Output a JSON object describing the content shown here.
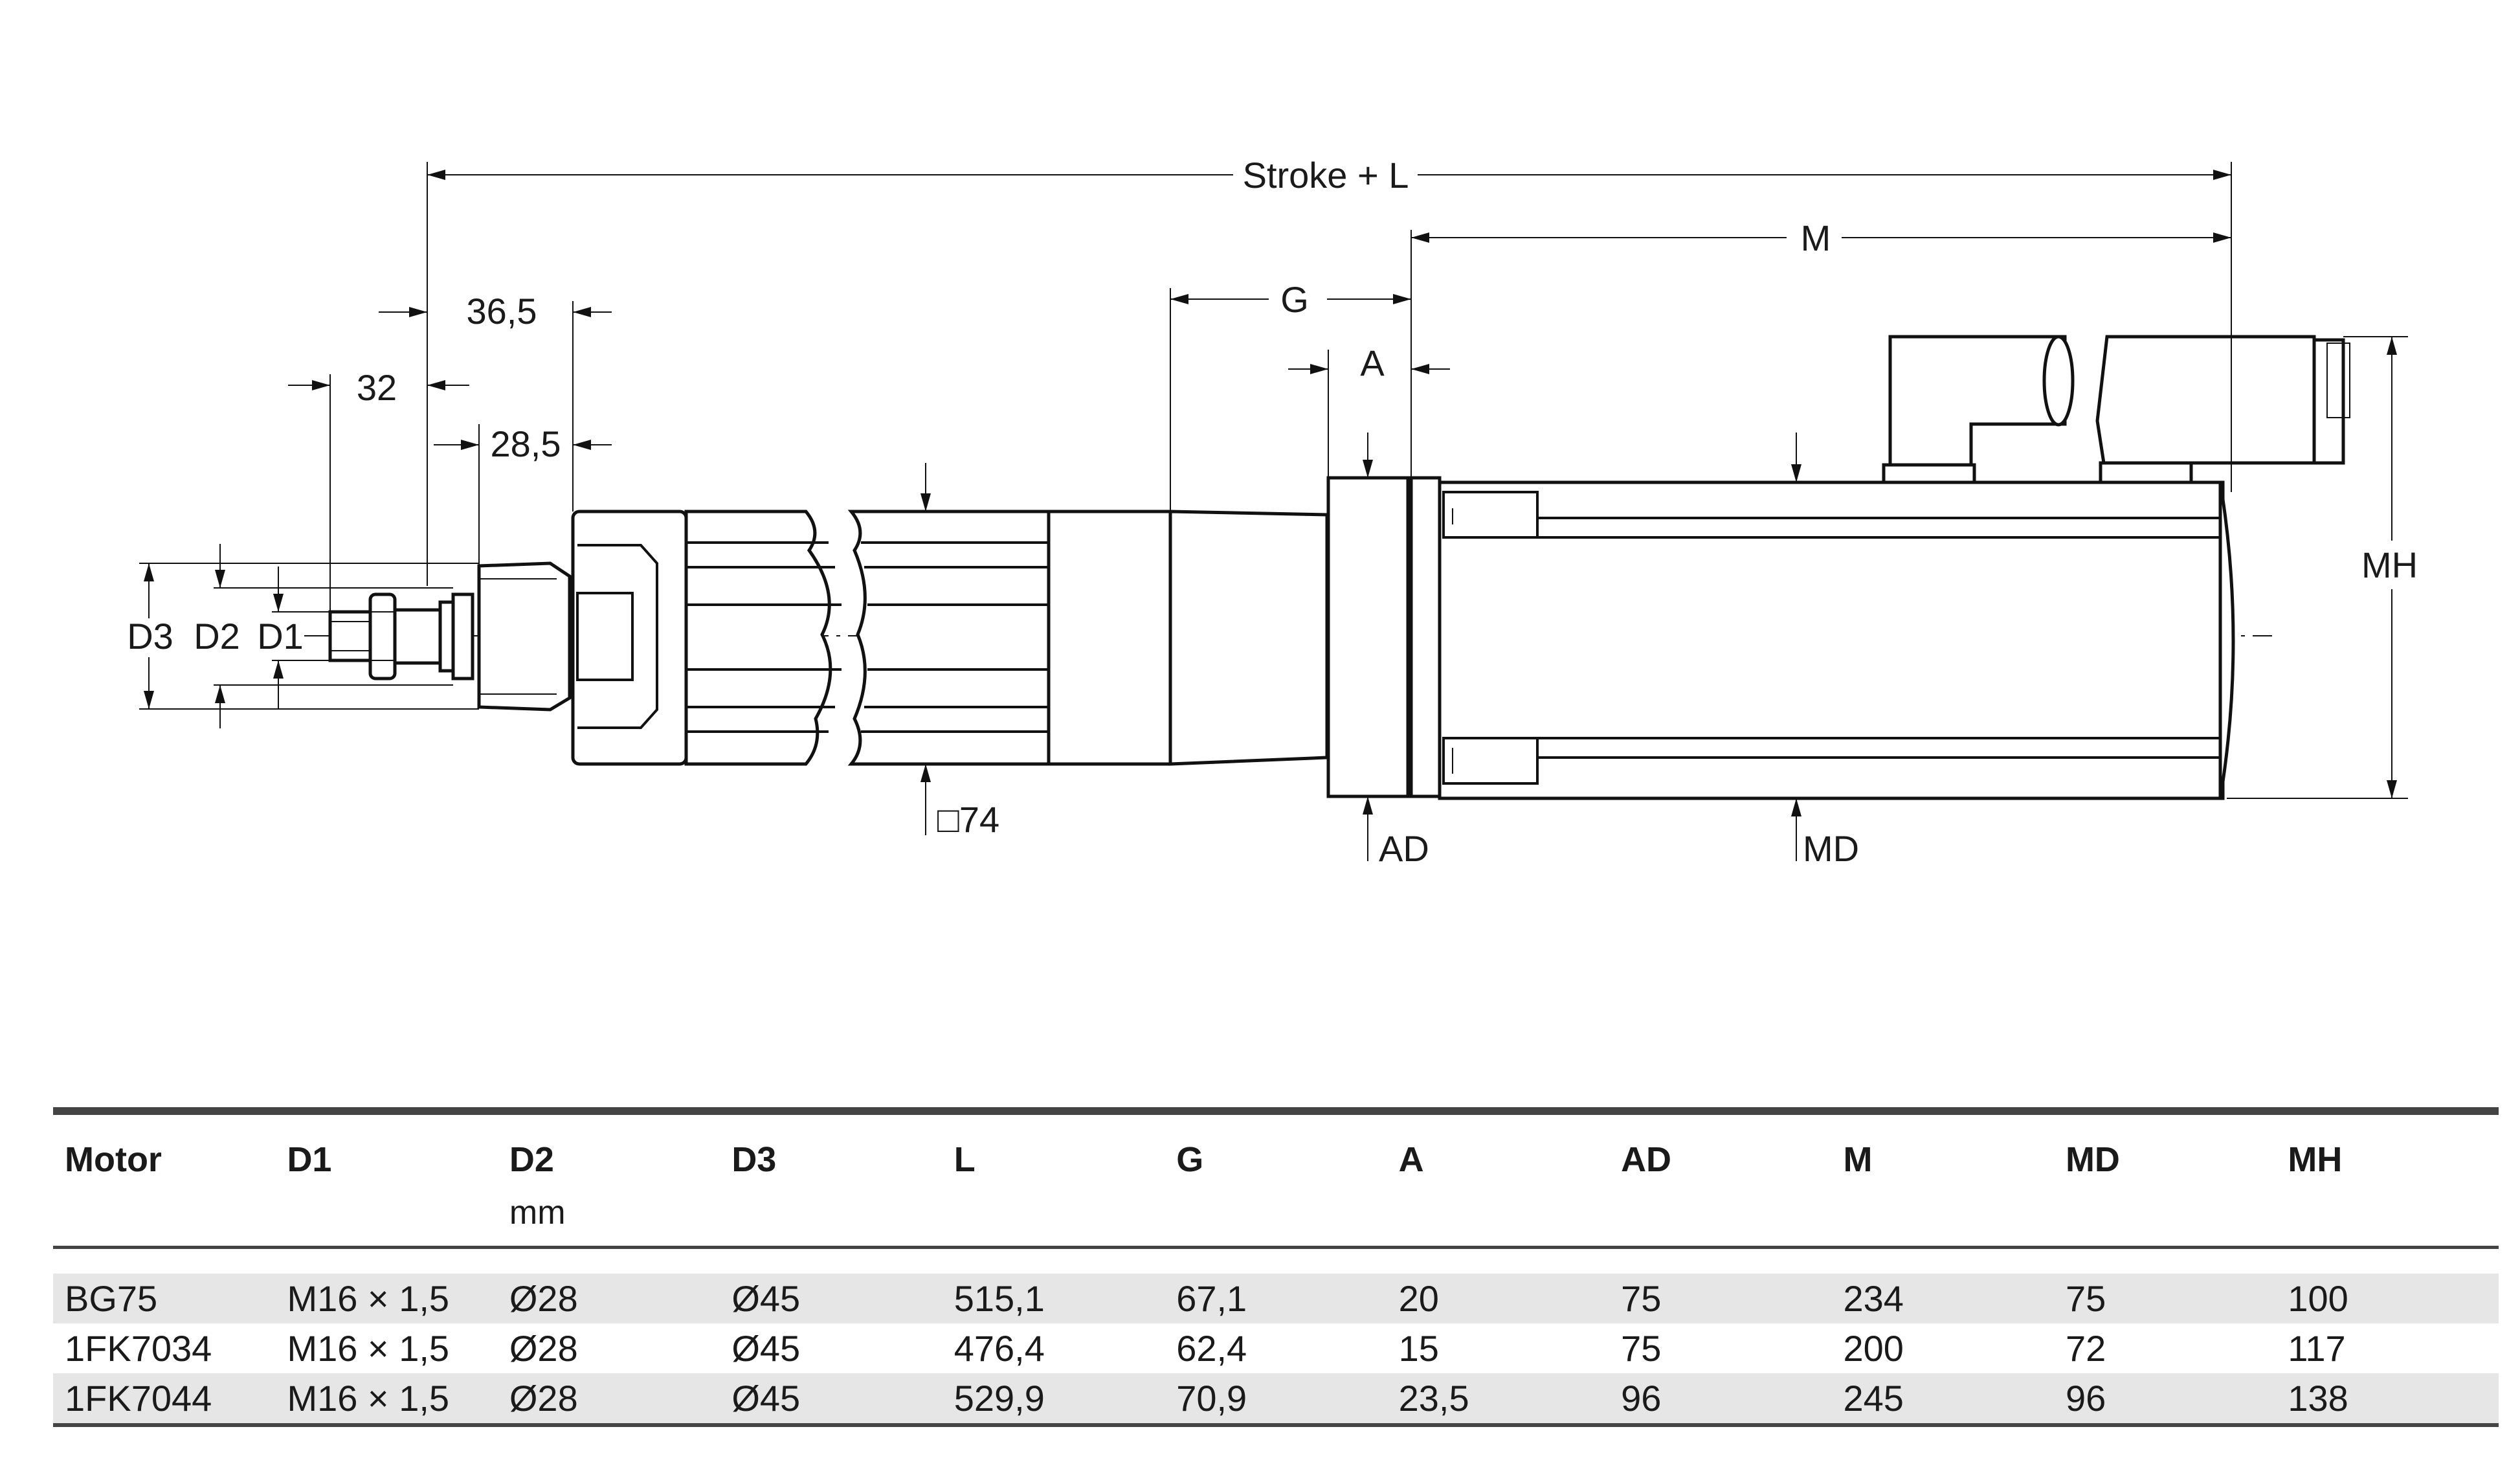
{
  "drawing": {
    "labels": {
      "stroke_l": "Stroke + L",
      "m": "M",
      "g": "G",
      "a": "A",
      "dim_36_5": "36,5",
      "dim_32": "32",
      "dim_28_5": "28,5",
      "d3": "D3",
      "d2": "D2",
      "d1": "D1",
      "square_74": "□74",
      "ad": "AD",
      "md": "MD",
      "mh": "MH"
    }
  },
  "table": {
    "headers": [
      "Motor",
      "D1",
      "D2",
      "D3",
      "L",
      "G",
      "A",
      "AD",
      "M",
      "MD",
      "MH"
    ],
    "unit": "mm",
    "rows": [
      [
        "BG75",
        "M16 × 1,5",
        "Ø28",
        "Ø45",
        "515,1",
        "67,1",
        "20",
        "75",
        "234",
        "75",
        "100"
      ],
      [
        "1FK7034",
        "M16 × 1,5",
        "Ø28",
        "Ø45",
        "476,4",
        "62,4",
        "15",
        "75",
        "200",
        "72",
        "117"
      ],
      [
        "1FK7044",
        "M16 × 1,5",
        "Ø28",
        "Ø45",
        "529,9",
        "70,9",
        "23,5",
        "96",
        "245",
        "96",
        "138"
      ]
    ]
  }
}
